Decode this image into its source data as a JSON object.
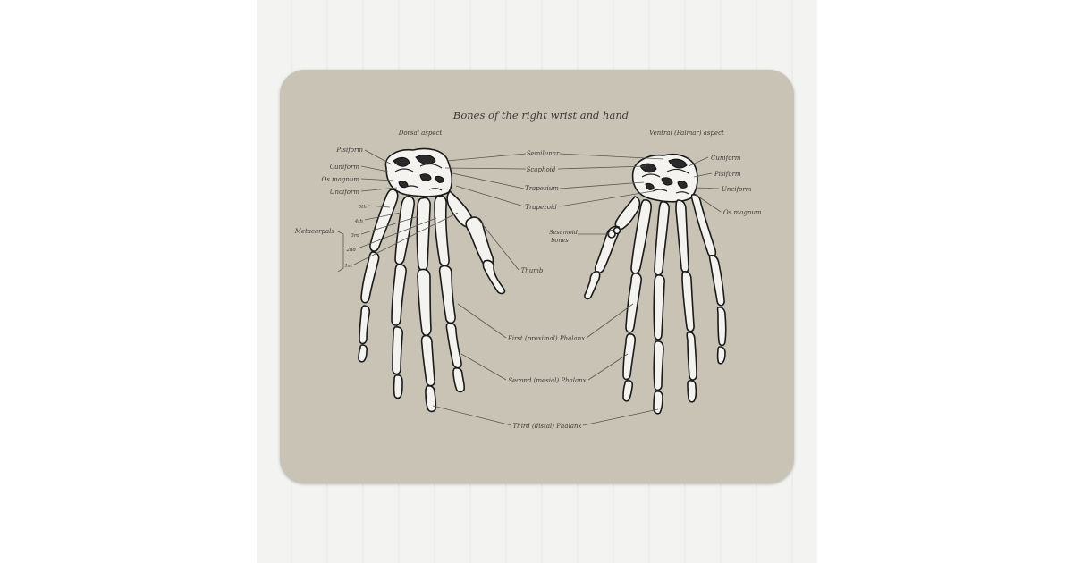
{
  "title": "Bones of the right wrist and hand",
  "views": {
    "dorsal": "Dorsal aspect",
    "ventral": "Ventral (Palmar) aspect"
  },
  "labels": {
    "pisiform": "Pisiform",
    "cuniform": "Cuniform",
    "os_magnum": "Os magnum",
    "unciform": "Unciform",
    "metacarpals": "Metacarpals",
    "m5": "5th",
    "m4": "4th",
    "m3": "3rd",
    "m2": "2nd",
    "m1": "1st",
    "semilunar": "Semilunar",
    "scaphoid": "Scaphoid",
    "trapezium": "Trapezium",
    "trapezoid": "Trapezoid",
    "sesamoid_1": "Sesamoid",
    "sesamoid_2": "bones",
    "thumb": "Thumb",
    "first_phalanx": "First (proximal) Phalanx",
    "second_phalanx": "Second (mesial) Phalanx",
    "third_phalanx": "Third (distal) Phalanx",
    "r_cuniform": "Cuniform",
    "r_pisiform": "Pisiform",
    "r_unciform": "Unciform",
    "r_os_magnum": "Os magnum"
  }
}
